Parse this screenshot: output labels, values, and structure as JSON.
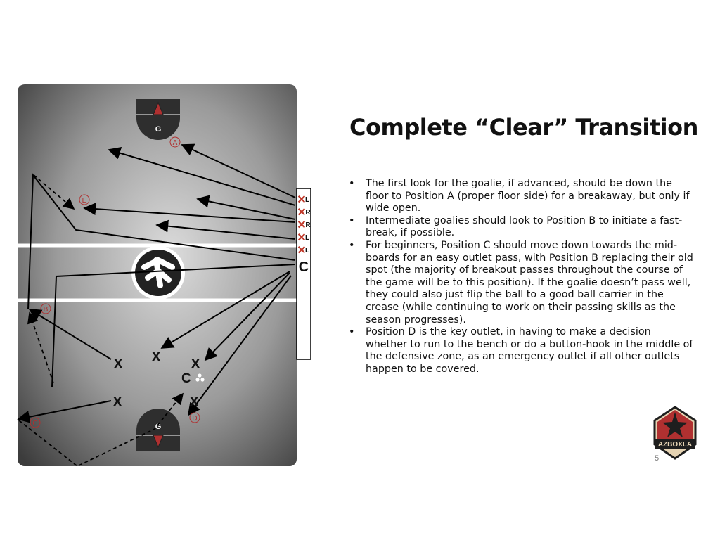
{
  "title": "Complete “Clear” Transition",
  "bullets": [
    "The first look for the goalie, if advanced, should be down the floor to Position A (proper floor side) for a breakaway, but only if wide open.",
    "Intermediate goalies should look to Position B to initiate a fast-break, if possible.",
    "For beginners, Position C should move down towards the mid-boards for an easy outlet pass, with Position B replacing their old spot (the majority of breakout passes throughout the course of the game will be to this position).  If the goalie doesn’t pass well, they could also just flip the ball to a good ball carrier in the crease (while continuing to work on their passing skills as the season progresses).",
    "Position D is the key outlet, in having to make a decision whether to run to the bench or do a button-hook in the middle of the defensive zone, as an emergency outlet if all other outlets happen to be covered."
  ],
  "page_number": "5",
  "diagram": {
    "goalie_label": "G",
    "position_labels": [
      "A",
      "B",
      "C",
      "D",
      "E"
    ],
    "bench_labels": [
      "L",
      "R",
      "R",
      "L",
      "L",
      "C"
    ],
    "player_mark": "X",
    "coach_label": "C"
  },
  "logo": {
    "text": "AZBOXLA"
  },
  "colors": {
    "accent": "#b03030",
    "floor_dark": "#3a3a3a",
    "floor_light": "#d8d8d8",
    "logo_tan": "#e5d3b3"
  }
}
